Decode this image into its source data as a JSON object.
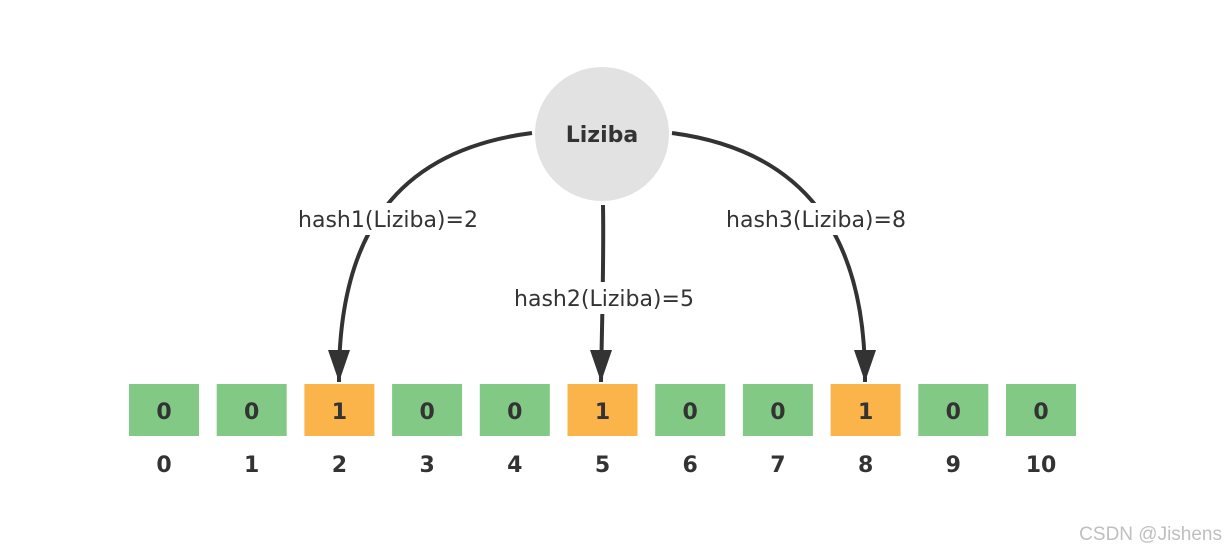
{
  "node": {
    "label": "Liziba"
  },
  "hashes": [
    {
      "label": "hash1(Liziba)=2",
      "target_index": 2
    },
    {
      "label": "hash2(Liziba)=5",
      "target_index": 5
    },
    {
      "label": "hash3(Liziba)=8",
      "target_index": 8
    }
  ],
  "bit_array": {
    "bits": [
      "0",
      "0",
      "1",
      "0",
      "0",
      "1",
      "0",
      "0",
      "1",
      "0",
      "0"
    ],
    "indices": [
      "0",
      "1",
      "2",
      "3",
      "4",
      "5",
      "6",
      "7",
      "8",
      "9",
      "10"
    ]
  },
  "colors": {
    "bit_zero": "#82c985",
    "bit_one": "#fbb44a",
    "node_fill": "#e2e2e2",
    "arrow": "#333333"
  },
  "watermark": "CSDN @Jishens"
}
